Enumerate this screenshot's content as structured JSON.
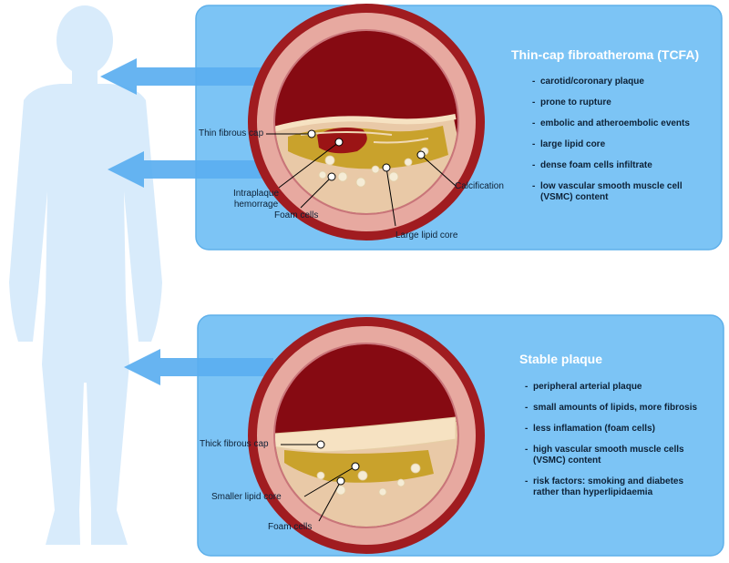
{
  "figure": {
    "colors": {
      "panel_bg": "#7cc4f5",
      "panel_border": "#5fb0ea",
      "body_silhouette": "#d8ebfb",
      "arrow": "#5aaef0",
      "artery_wall_outer": "#a01c20",
      "artery_media": "#e7a9a0",
      "lumen": "#860a12",
      "fibrous_cap": "#f6e2c2",
      "lipid_core": "#c9a22c",
      "hemorrhage": "#9b1415",
      "foam_cells": "#f5ecd6"
    },
    "icons": [
      "human-silhouette",
      "arrow-left",
      "artery-cross-section",
      "callout-marker"
    ]
  },
  "tcfa": {
    "title": "Thin-cap fibroatheroma (TCFA)",
    "bullets": [
      "carotid/coronary plaque",
      "prone to rupture",
      "embolic and atheroembolic events",
      "large lipid core",
      "dense foam cells infiltrate",
      "low vascular smooth muscle cell (VSMC) content"
    ],
    "labels": {
      "thin_cap": "Thin fibrous cap",
      "hemorrhage_line1": "Intraplaque",
      "hemorrhage_line2": "hemorrage",
      "foam_cells": "Foam cells",
      "lipid_core": "Large lipid core",
      "calcification": "Calcification"
    }
  },
  "stable": {
    "title": "Stable plaque",
    "bullets": [
      "peripheral arterial plaque",
      "small amounts of lipids, more fibrosis",
      "less inflamation (foam cells)",
      "high vascular smooth muscle cells (VSMC) content",
      "risk factors: smoking and diabetes rather than hyperlipidaemia"
    ],
    "labels": {
      "thick_cap": "Thick fibrous cap",
      "lipid_core": "Smaller lipid core",
      "foam_cells": "Foam cells"
    }
  }
}
